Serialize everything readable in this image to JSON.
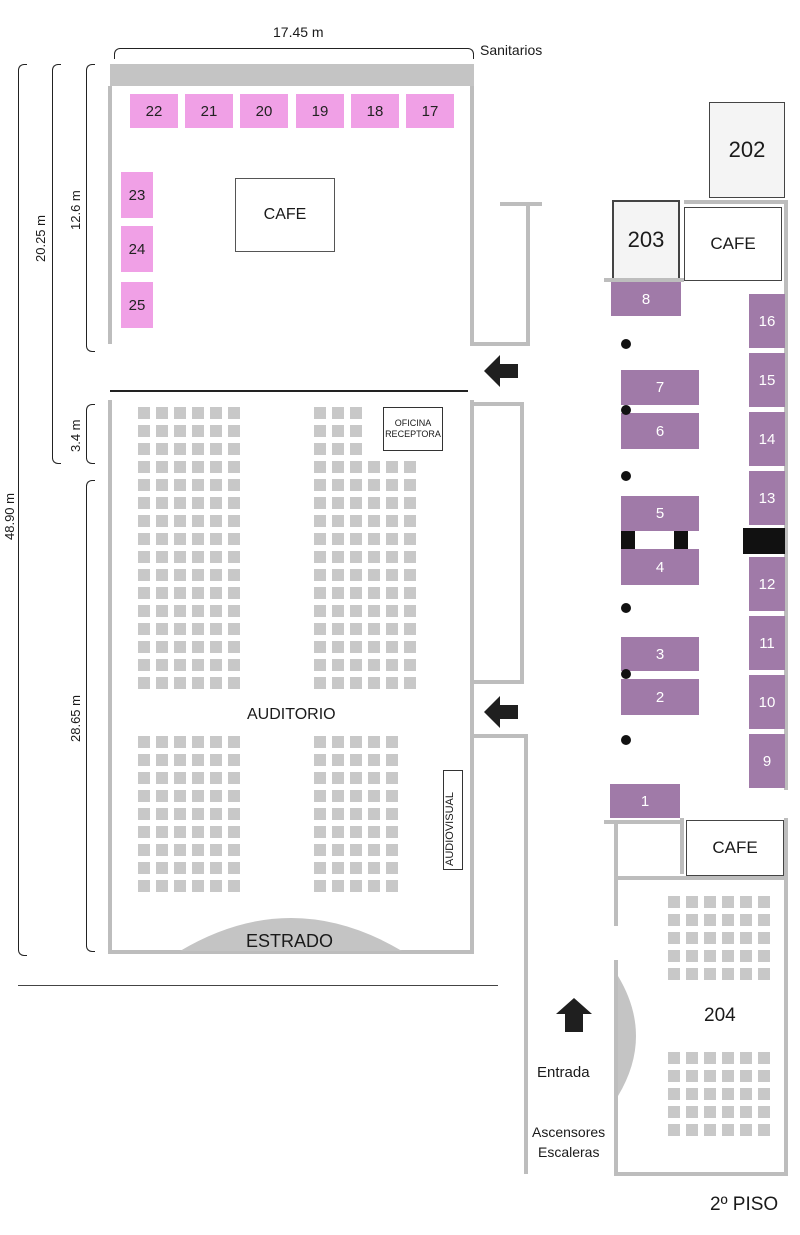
{
  "dimensions": {
    "width": "17.45 m",
    "total_height": "48.90 m",
    "upper": "20.25 m",
    "cafe_area": "12.6 m",
    "gap": "3.4 m",
    "auditorium": "28.65 m"
  },
  "labels": {
    "sanitarios": "Sanitarios",
    "cafe_main": "CAFE",
    "oficina_line1": "OFICINA",
    "oficina_line2": "RECEPTORA",
    "auditorio": "AUDITORIO",
    "audiovisual": "AUDIOVISUAL",
    "estrado": "ESTRADO",
    "entrada": "Entrada",
    "ascensores": "Ascensores",
    "escaleras": "Escaleras",
    "floor": "2º PISO"
  },
  "rooms": {
    "r202": "202",
    "r203": "203",
    "r204": "204",
    "cafe_right_top": "CAFE",
    "cafe_right_bottom": "CAFE"
  },
  "pink_booths": [
    "22",
    "21",
    "20",
    "19",
    "18",
    "17",
    "23",
    "24",
    "25"
  ],
  "purple_booths_left": [
    "8",
    "7",
    "6",
    "5",
    "4",
    "3",
    "2",
    "1"
  ],
  "purple_booths_right": [
    "16",
    "15",
    "14",
    "13",
    "12",
    "11",
    "10",
    "9"
  ],
  "colors": {
    "pink_booth": "#f0a0e6",
    "purple_booth": "#a07aa8",
    "wall": "#bdbdbd",
    "seat": "#c8c8c8"
  },
  "icons": [
    "arrow-left-icon",
    "arrow-left-icon",
    "arrow-up-icon"
  ]
}
